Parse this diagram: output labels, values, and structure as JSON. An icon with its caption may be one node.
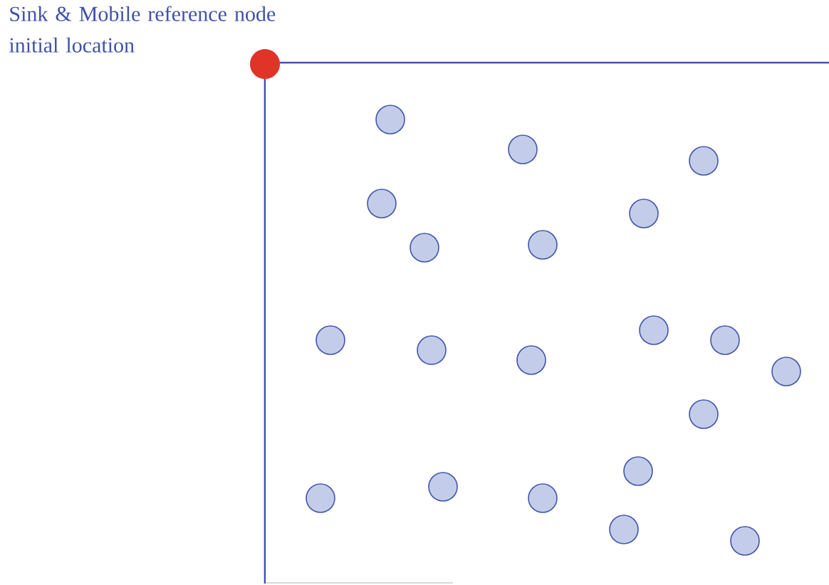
{
  "diagram": {
    "nodes": [
      {
        "text": [],
        "shape": "circle",
        "beside": [
          "Sink & Mobile reference node initial location"
        ]
      },
      {
        "text": [],
        "shape": "circle"
      },
      {
        "text": [],
        "shape": "circle"
      },
      {
        "text": [],
        "shape": "circle"
      },
      {
        "text": [],
        "shape": "circle"
      },
      {
        "text": [],
        "shape": "circle"
      },
      {
        "text": [],
        "shape": "circle"
      },
      {
        "text": [],
        "shape": "circle"
      },
      {
        "text": [],
        "shape": "circle"
      },
      {
        "text": [],
        "shape": "circle"
      },
      {
        "text": [],
        "shape": "circle"
      },
      {
        "text": [],
        "shape": "circle"
      },
      {
        "text": [],
        "shape": "circle"
      },
      {
        "text": [],
        "shape": "circle"
      },
      {
        "text": [],
        "shape": "circle"
      },
      {
        "text": [],
        "shape": "circle"
      },
      {
        "text": [],
        "shape": "circle"
      },
      {
        "text": [],
        "shape": "circle"
      },
      {
        "text": [],
        "shape": "circle"
      },
      {
        "text": [],
        "shape": "circle"
      },
      {
        "text": [],
        "shape": "circle"
      }
    ]
  }
}
